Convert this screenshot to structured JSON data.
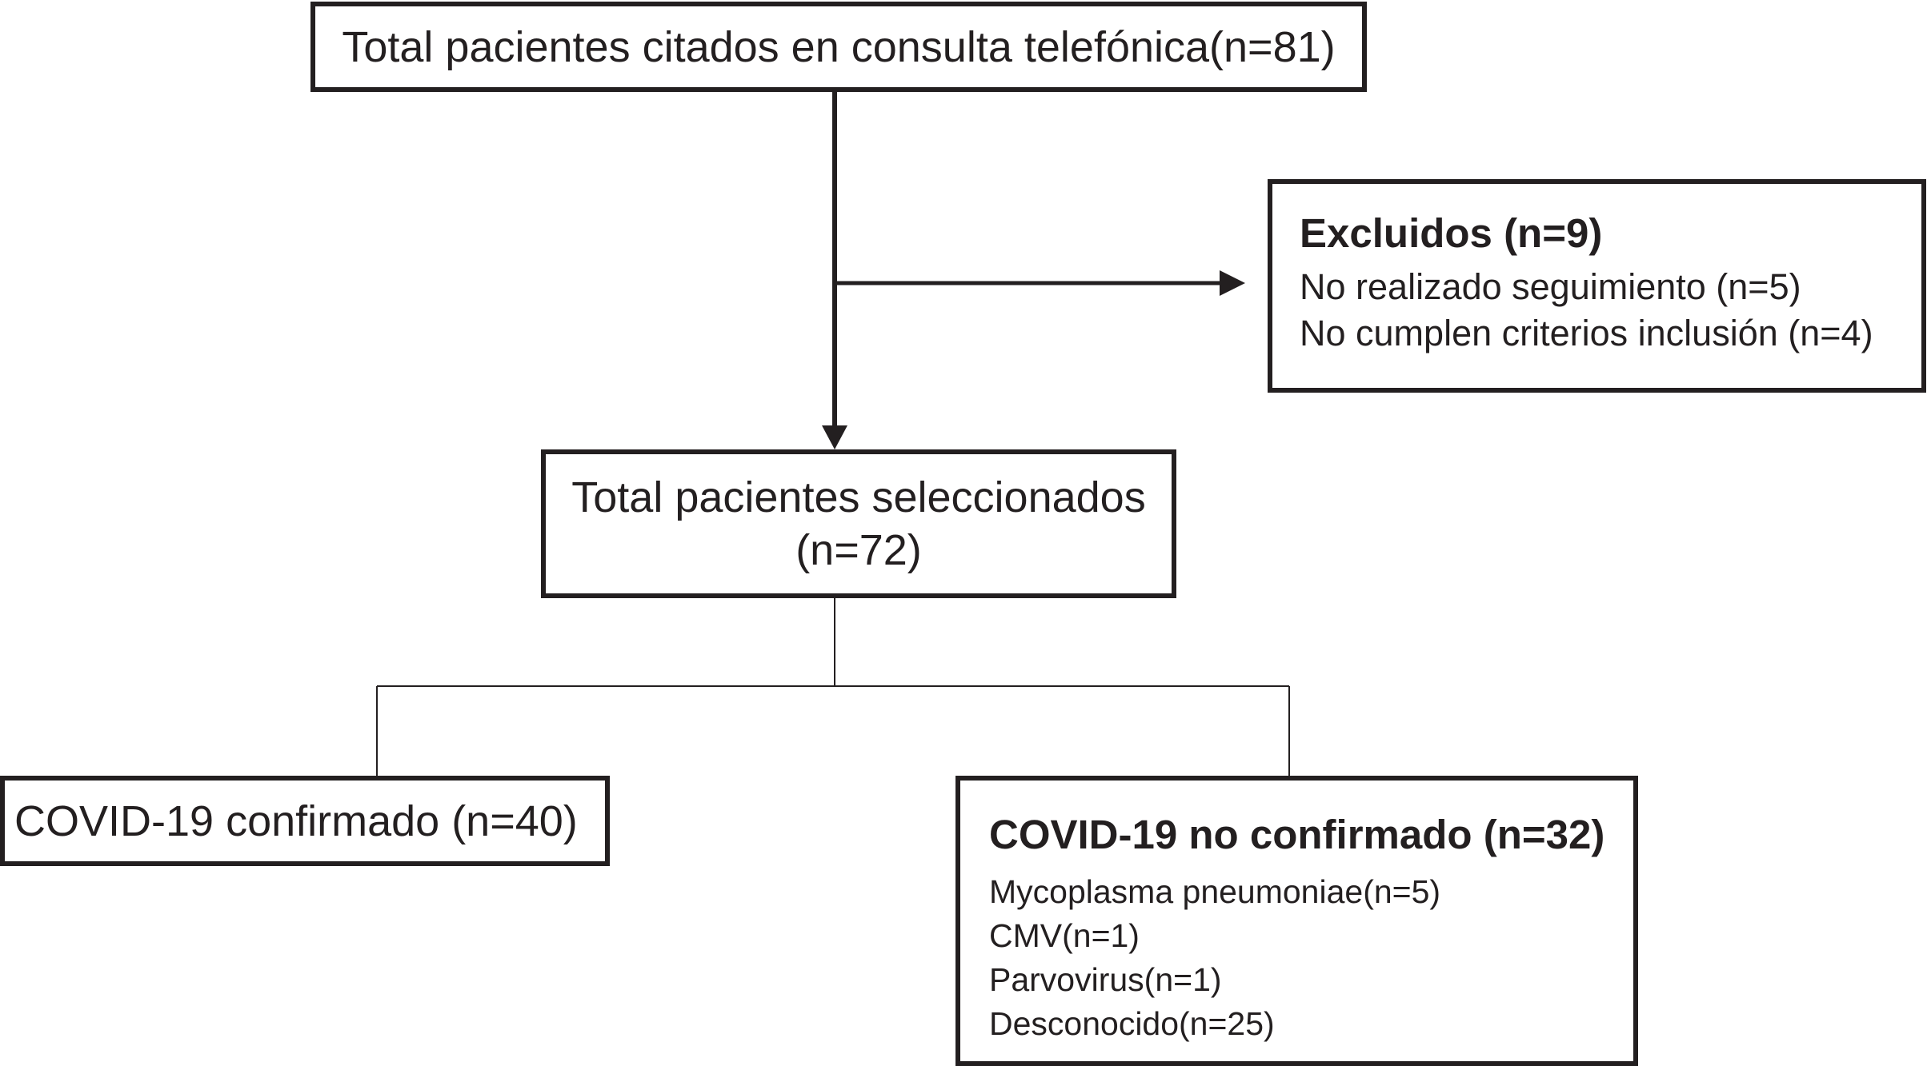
{
  "flow": {
    "total_cited": "Total pacientes citados en consulta telefónica(n=81)",
    "excluded": {
      "title": "Excluidos (n=9)",
      "items": [
        "No realizado seguimiento (n=5)",
        "No cumplen criterios inclusión (n=4)"
      ]
    },
    "selected": {
      "line1": "Total pacientes seleccionados",
      "line2": "(n=72)"
    },
    "confirmed": "COVID-19 confirmado (n=40)",
    "not_confirmed": {
      "title": "COVID-19 no confirmado (n=32)",
      "items": [
        "Mycoplasma pneumoniae(n=5)",
        "CMV(n=1)",
        "Parvovirus(n=1)",
        "Desconocido(n=25)"
      ]
    }
  },
  "colors": {
    "stroke": "#231f20",
    "background": "#ffffff"
  }
}
